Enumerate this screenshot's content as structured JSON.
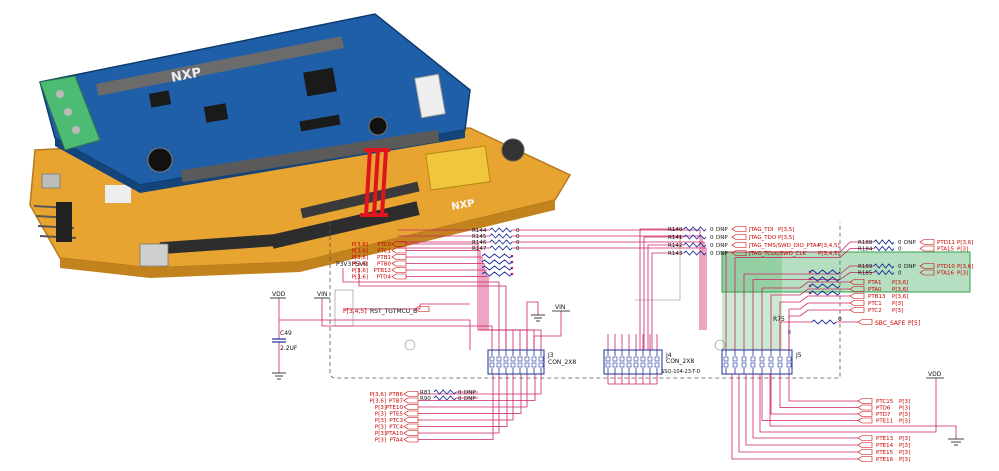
{
  "colors": {
    "wire": "#cc2266",
    "label": "#cc0000",
    "blue": "#1a2f9a",
    "black": "#111111",
    "highlight": "#2fa34d",
    "pcb_blue": "#1f5fa8",
    "pcb_orange": "#e8a431",
    "bridge": "#e0141c"
  },
  "photo": {
    "top_logo": "NXP",
    "bottom_logo": "NXP"
  },
  "power": {
    "vdd_left": "VDD",
    "vin_left": "VIN",
    "vin_mid": "VIN",
    "p3v3": "P3V3",
    "p5v0": "P5V0",
    "vdd_right": "VDD"
  },
  "capacitor": {
    "ref": "C49",
    "value": "2.2UF"
  },
  "connectors": {
    "j3": {
      "ref": "J3",
      "type": "CON_2X8"
    },
    "j4": {
      "ref": "J4",
      "type": "CON_2X8",
      "part": "SSQ-104-23-T-D"
    },
    "j5": {
      "ref": "J5"
    }
  },
  "left_top_signals": [
    {
      "net": "PTC0",
      "page": "P[3,6]"
    },
    {
      "net": "PTC1",
      "page": "P[3,6]"
    },
    {
      "net": "PTB1",
      "page": "P[3,6]"
    },
    {
      "net": "PTB0",
      "page": "P[3,6]"
    },
    {
      "net": "PTB12",
      "page": "P[3,6]"
    },
    {
      "net": "PTD4",
      "page": "P[3,6]"
    }
  ],
  "rst": {
    "page": "P[3,4,5]",
    "net": "RST_TGTMCU_B"
  },
  "mid_resistors": [
    {
      "ref": "R144",
      "value": "0"
    },
    {
      "ref": "R145",
      "value": "0"
    },
    {
      "ref": "R146",
      "value": "0"
    },
    {
      "ref": "R147",
      "value": "0"
    }
  ],
  "jtag_resistors": [
    {
      "ref": "R140",
      "value": "0",
      "dnp": "DNP",
      "net": "JTAG_TDI",
      "page": "P[3,5]"
    },
    {
      "ref": "R141",
      "value": "0",
      "dnp": "DNP",
      "net": "JTAG_TDO",
      "page": "P[3,5]"
    },
    {
      "ref": "R142",
      "value": "0",
      "dnp": "DNP",
      "net": "JTAG_TMS/SWD_DIO_PTA4",
      "page": "P[3,4,5]"
    },
    {
      "ref": "R143",
      "value": "0",
      "dnp": "DNP",
      "net": "JTAG_TCLK/SWD_CLK",
      "page": "P[3,4,5]"
    }
  ],
  "right_top_resistors": [
    {
      "ref": "R188",
      "value": "0",
      "dnp": "DNP",
      "net": "PTD11",
      "page": "P[3,6]"
    },
    {
      "ref": "R184",
      "value": "0",
      "dnp": "",
      "net": "PTA15",
      "page": "P[3]"
    },
    {
      "ref": "R189",
      "value": "0",
      "dnp": "DNP",
      "net": "PTD10",
      "page": "P[3,6]"
    },
    {
      "ref": "R185",
      "value": "0",
      "dnp": "",
      "net": "PTA16",
      "page": "P[3]"
    }
  ],
  "right_signals": [
    {
      "net": "PTA1",
      "page": "P[3,6]"
    },
    {
      "net": "PTA0",
      "page": "P[3,6]"
    },
    {
      "net": "PTB13",
      "page": "P[3,6]"
    },
    {
      "net": "PTC1",
      "page": "P[3]"
    },
    {
      "net": "PTC2",
      "page": "P[3]"
    }
  ],
  "sbc": {
    "ref": "R75",
    "value": "0",
    "net": "SBC_SAFE",
    "page": "P[5]"
  },
  "bottom_left_resistors": [
    {
      "ref": "R81",
      "value": "0",
      "dnp": "DNP"
    },
    {
      "ref": "R90",
      "value": "0",
      "dnp": "DNP"
    }
  ],
  "bottom_left_signals": [
    {
      "net": "PTB6",
      "page": "P[3,6]"
    },
    {
      "net": "PTB7",
      "page": "P[3,6]"
    },
    {
      "net": "PTE10",
      "page": "P[3]"
    },
    {
      "net": "PTE5",
      "page": "P[3]"
    },
    {
      "net": "PTC3",
      "page": "P[3]"
    },
    {
      "net": "PTC4",
      "page": "P[3]"
    },
    {
      "net": "PTA10",
      "page": "P[3]"
    },
    {
      "net": "PTA4",
      "page": "P[3]"
    }
  ],
  "bottom_right_group1": [
    {
      "net": "PTC15",
      "page": "P[3]"
    },
    {
      "net": "PTD6",
      "page": "P[3]"
    },
    {
      "net": "PTD7",
      "page": "P[3]"
    },
    {
      "net": "PTE11",
      "page": "P[3]"
    }
  ],
  "bottom_right_group2": [
    {
      "net": "PTE13",
      "page": "P[3]"
    },
    {
      "net": "PTE14",
      "page": "P[3]"
    },
    {
      "net": "PTE15",
      "page": "P[3]"
    },
    {
      "net": "PTE16",
      "page": "P[3]"
    }
  ]
}
